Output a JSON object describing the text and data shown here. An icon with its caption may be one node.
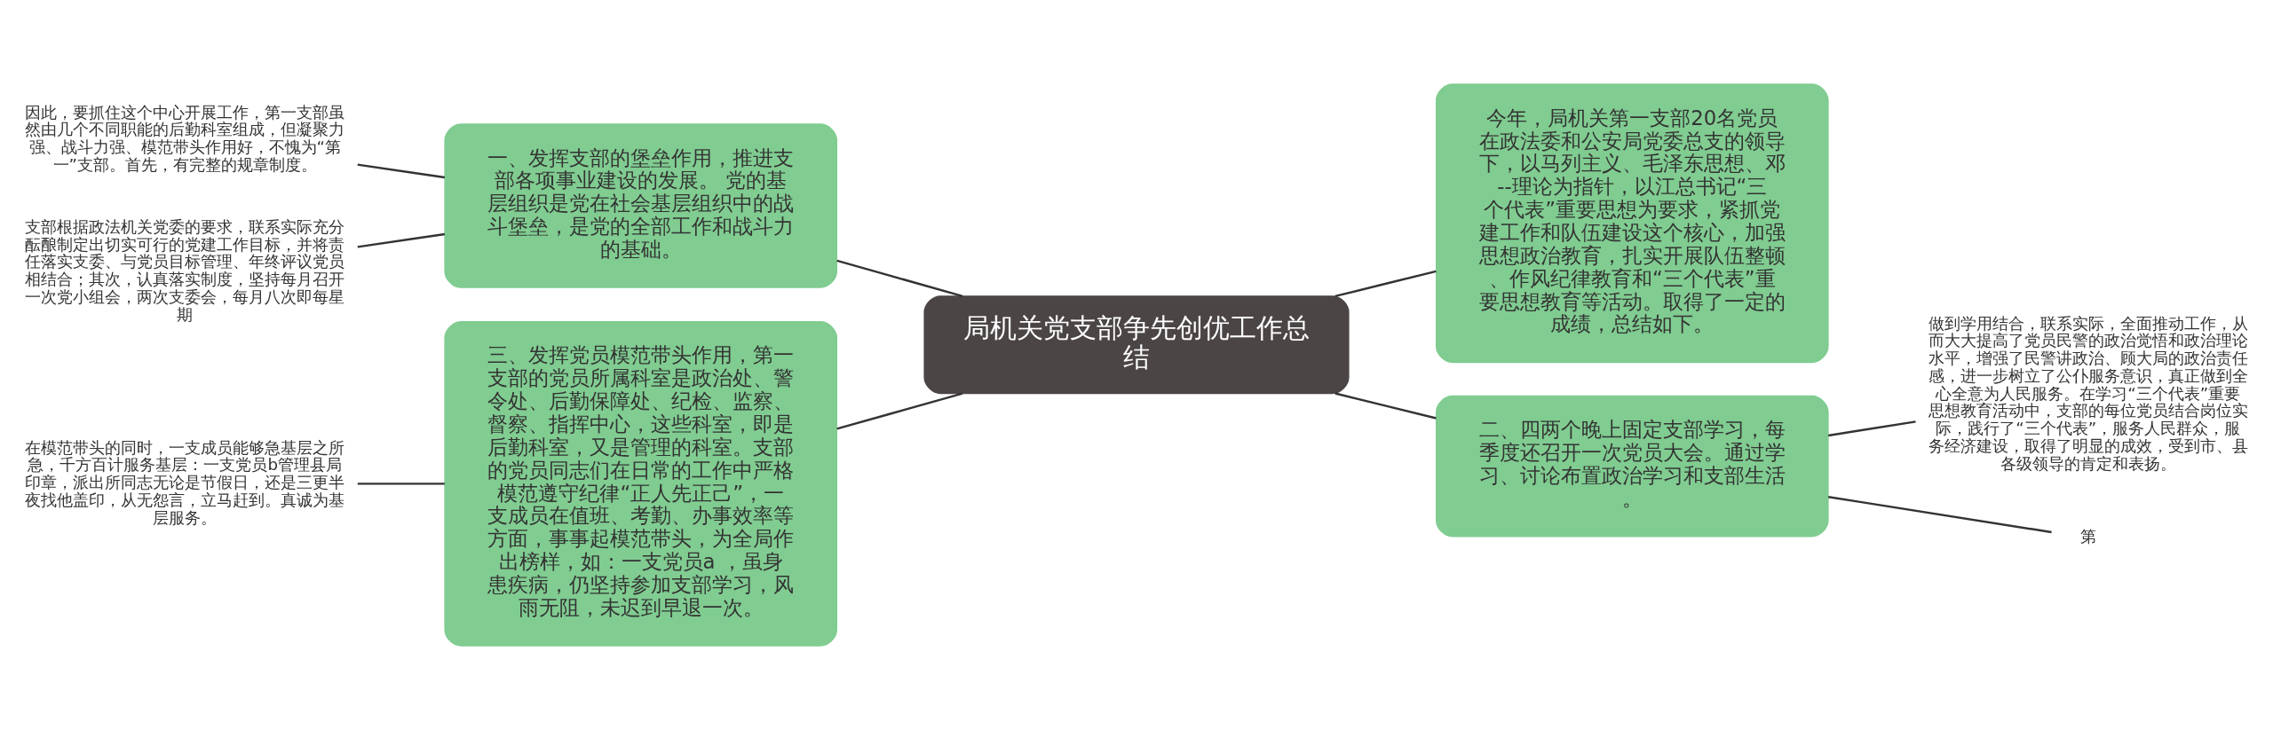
{
  "diagram": {
    "nodes": [
      {
        "text": [
          "局机关党支部争先创优工作总结"
        ]
      },
      {
        "text": [
          "一、发挥支部的堡垒作用，推进支部各项事业建设的发展。 党的基层组织是党在社会基层组织中的战斗堡垒，是党的全部工作和战斗力的基础。"
        ]
      },
      {
        "text": [
          "因此，要抓住这个中心开展工作，第一支部虽然由几个不同职能的后勤科室组成，但凝聚力强、战斗力强、模范带头作用好，不愧为“第一”支部。首先，有完整的规章制度。"
        ]
      },
      {
        "text": [
          "支部根据政法机关党委的要求，联系实际充分酝酿制定出切实可行的党建工作目标，并将责任落实支委、与党员目标管理、年终评议党员相结合；其次，认真落实制度，坚持每月召开一次党小组会，两次支委会，每月八次即每星期"
        ]
      },
      {
        "text": [
          "今年，局机关第一支部20名党员在政法委和公安局党委总支的领导下，以马列主义、毛泽东思想、邓--理论为指针，以江总书记“三个代表”重要思想为要求，紧抓党建工作和队伍建设这个核心，加强思想政治教育，扎实开展队伍整顿、作风纪律教育和“三个代表”重要思想教育等活动。取得了一定的成绩，总结如下。"
        ]
      },
      {
        "text": [
          "三、发挥党员模范带头作用，第一支部的党员所属科室是政治处、警令处、后勤保障处、纪检、监察、督察、指挥中心，这些科室，即是后勤科室，又是管理的科室。支部的党员同志们在日常的工作中严格模范遵守纪律“正人先正己”，一支成员在值班、考勤、办事效率等方面，事事起模范带头，为全局作出榜样，如：一支党员a ，虽身患疾病，仍坚持参加支部学习，风雨无阻，未迟到早退一次。"
        ]
      },
      {
        "text": [
          "在模范带头的同时，一支成员能够急基层之所急，千方百计服务基层：一支党员b管理县局印章，派出所同志无论是节假日，还是三更半夜找他盖印，从无怨言，立马赶到。真诚为基层服务。"
        ]
      },
      {
        "text": [
          "二、四两个晚上固定支部学习，每季度还召开一次党员大会。通过学习、讨论布置政治学习和支部生活。"
        ]
      },
      {
        "text": [
          "做到学用结合，联系实际，全面推动工作，从而大大提高了党员民警的政治觉悟和政治理论水平，增强了民警讲政治、顾大局的政治责任感，进一步树立了公仆服务意识，真正做到全心全意为人民服务。在学习“三个代表”重要思想教育活动中，支部的每位党员结合岗位实际，践行了“三个代表”，服务人民群众，服务经济建设，取得了明显的成效，受到市、县各级领导的肯定和表扬。"
        ]
      },
      {
        "text": [
          "第"
        ]
      }
    ],
    "edges": [
      {
        "from": 1,
        "to": 0,
        "arrow": "none"
      },
      {
        "from": 2,
        "to": 1,
        "arrow": "none"
      },
      {
        "from": 3,
        "to": 1,
        "arrow": "none"
      },
      {
        "from": 0,
        "to": 4,
        "arrow": "none"
      },
      {
        "from": 5,
        "to": 0,
        "arrow": "none"
      },
      {
        "from": 6,
        "to": 5,
        "arrow": "none"
      },
      {
        "from": 0,
        "to": 7,
        "arrow": "none"
      },
      {
        "from": 7,
        "to": 8,
        "arrow": "none"
      },
      {
        "from": 7,
        "to": 9,
        "arrow": "none"
      }
    ]
  }
}
